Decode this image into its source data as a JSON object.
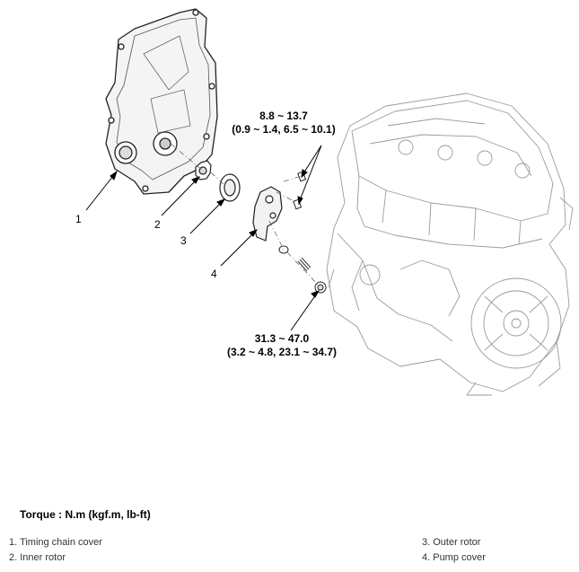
{
  "callouts": [
    "1",
    "2",
    "3",
    "4"
  ],
  "torque_upper": {
    "line1": "8.8 ~ 13.7",
    "line2": "(0.9 ~ 1.4, 6.5 ~ 10.1)"
  },
  "torque_lower": {
    "line1": "31.3 ~ 47.0",
    "line2": "(3.2 ~ 4.8, 23.1 ~ 34.7)"
  },
  "torque_heading": "Torque : N.m (kgf.m, lb-ft)",
  "legend": [
    "1. Timing chain cover",
    "2. Inner rotor",
    "3. Outer rotor",
    "4. Pump cover"
  ]
}
